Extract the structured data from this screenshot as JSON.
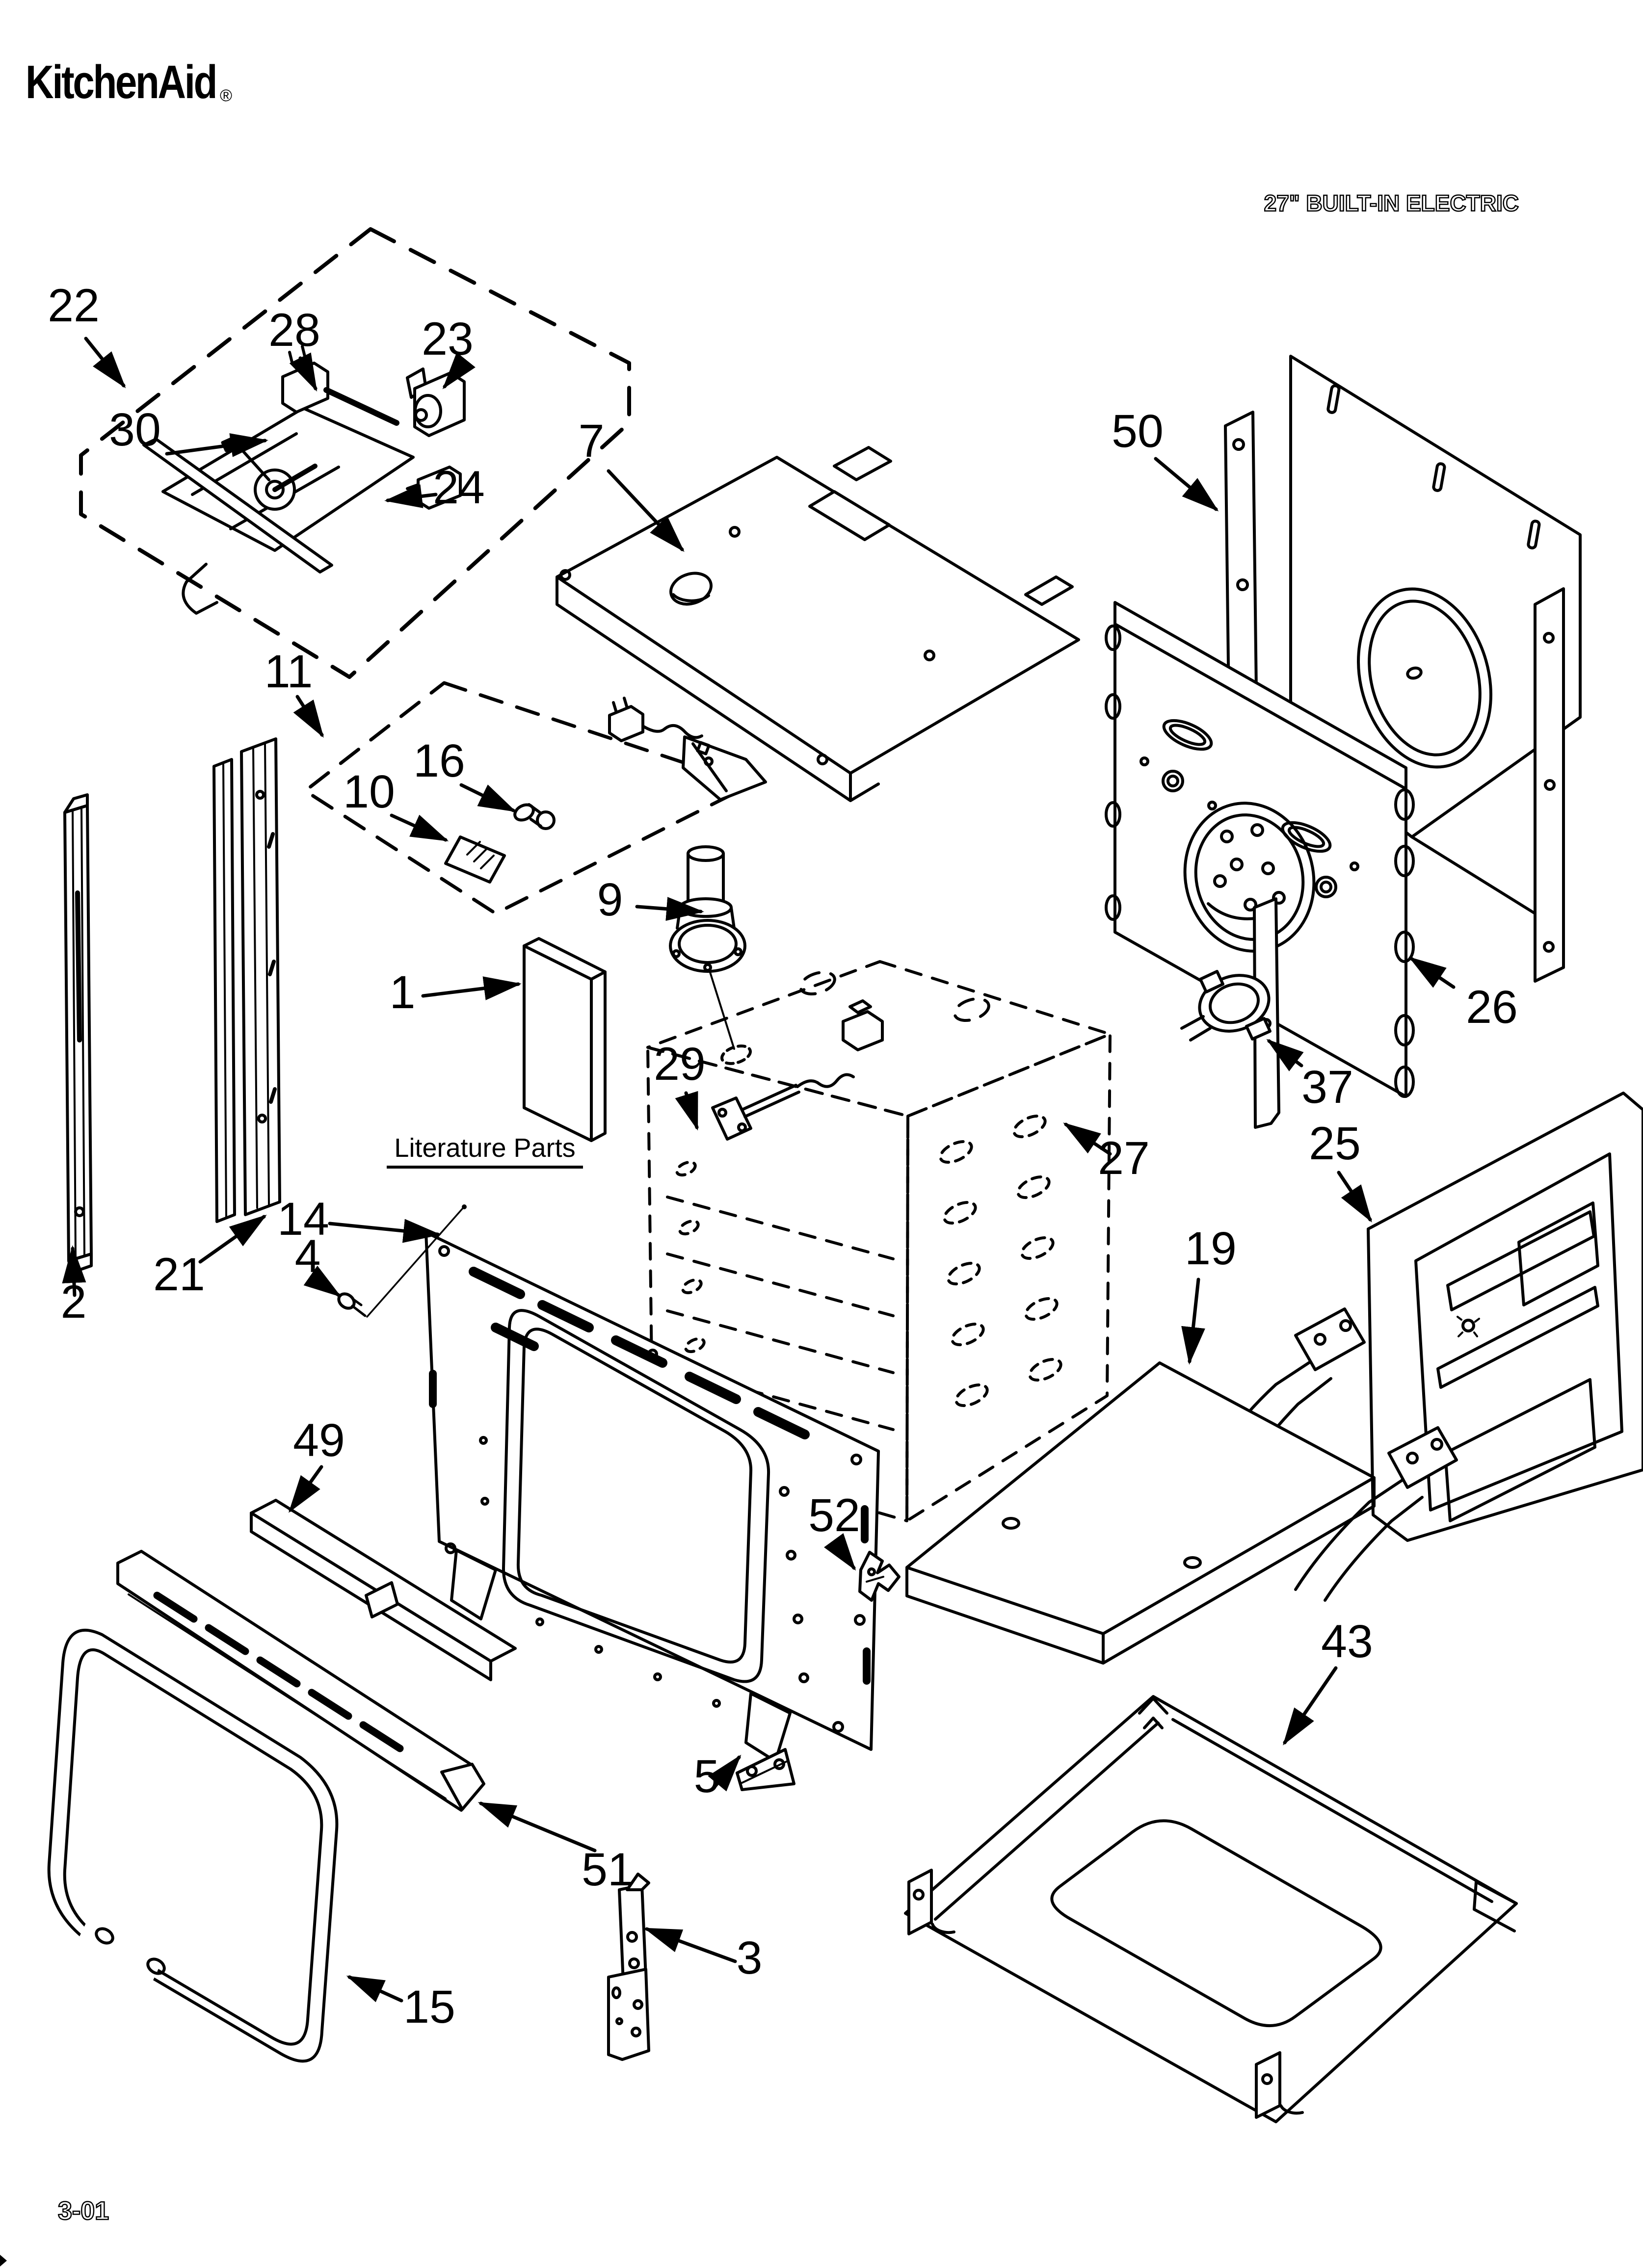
{
  "page": {
    "background": "#ffffff",
    "ink": "#000000"
  },
  "header": {
    "brand": "KitchenAid",
    "registered": "®",
    "model_label": "27\" BUILT-IN ELECTRIC"
  },
  "diagram": {
    "literature_label": "Literature Parts",
    "callouts": {
      "c1": "1",
      "c2": "2",
      "c3": "3",
      "c4": "4",
      "c5": "5",
      "c7": "7",
      "c9": "9",
      "c10": "10",
      "c11": "11",
      "c14": "14",
      "c15": "15",
      "c16": "16",
      "c19": "19",
      "c21": "21",
      "c22": "22",
      "c23": "23",
      "c24": "24",
      "c25": "25",
      "c26": "26",
      "c27": "27",
      "c28": "28",
      "c29": "29",
      "c30": "30",
      "c37": "37",
      "c43": "43",
      "c49": "49",
      "c50": "50",
      "c51": "51",
      "c52": "52"
    }
  },
  "footer": {
    "page_code": "3-01"
  }
}
